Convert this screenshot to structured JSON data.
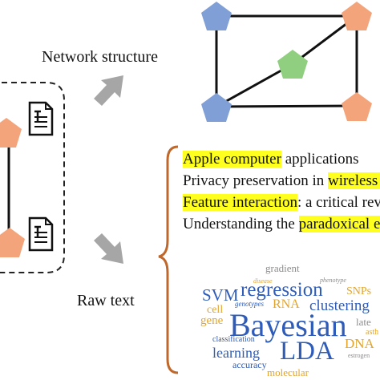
{
  "labels": {
    "network_structure": "Network structure",
    "raw_text": "Raw text"
  },
  "titles": [
    {
      "highlight": "Apple computer",
      "rest": " applications",
      "highlight_first": true
    },
    {
      "pre": "Privacy preservation in ",
      "highlight": "wireless se",
      "highlight_first": false
    },
    {
      "highlight": "Feature interaction",
      "rest": ": a critical revie",
      "highlight_first": true
    },
    {
      "pre": "Understanding the ",
      "highlight": "paradoxical eff",
      "highlight_first": false
    }
  ],
  "word_cloud": [
    "gradient",
    "disease",
    "phenotype",
    "SVM",
    "regression",
    "SNPs",
    "genotypes",
    "RNA",
    "cell",
    "clustering",
    "gene",
    "Bayesian",
    "late",
    "classification",
    "asth",
    "learning",
    "LDA",
    "DNA",
    "accuracy",
    "estrogen",
    "molecular"
  ],
  "colors": {
    "node_blue": "#7f9fd6",
    "node_orange": "#f4a47a",
    "node_green": "#90cf80",
    "arrow_gray": "#a6a6a6",
    "brace_brown": "#c0682b",
    "highlight_yellow": "#ffff1f",
    "wc_blue": "#2e5cb8",
    "wc_gold": "#e3a42a",
    "wc_gray": "#8c8c8c"
  }
}
